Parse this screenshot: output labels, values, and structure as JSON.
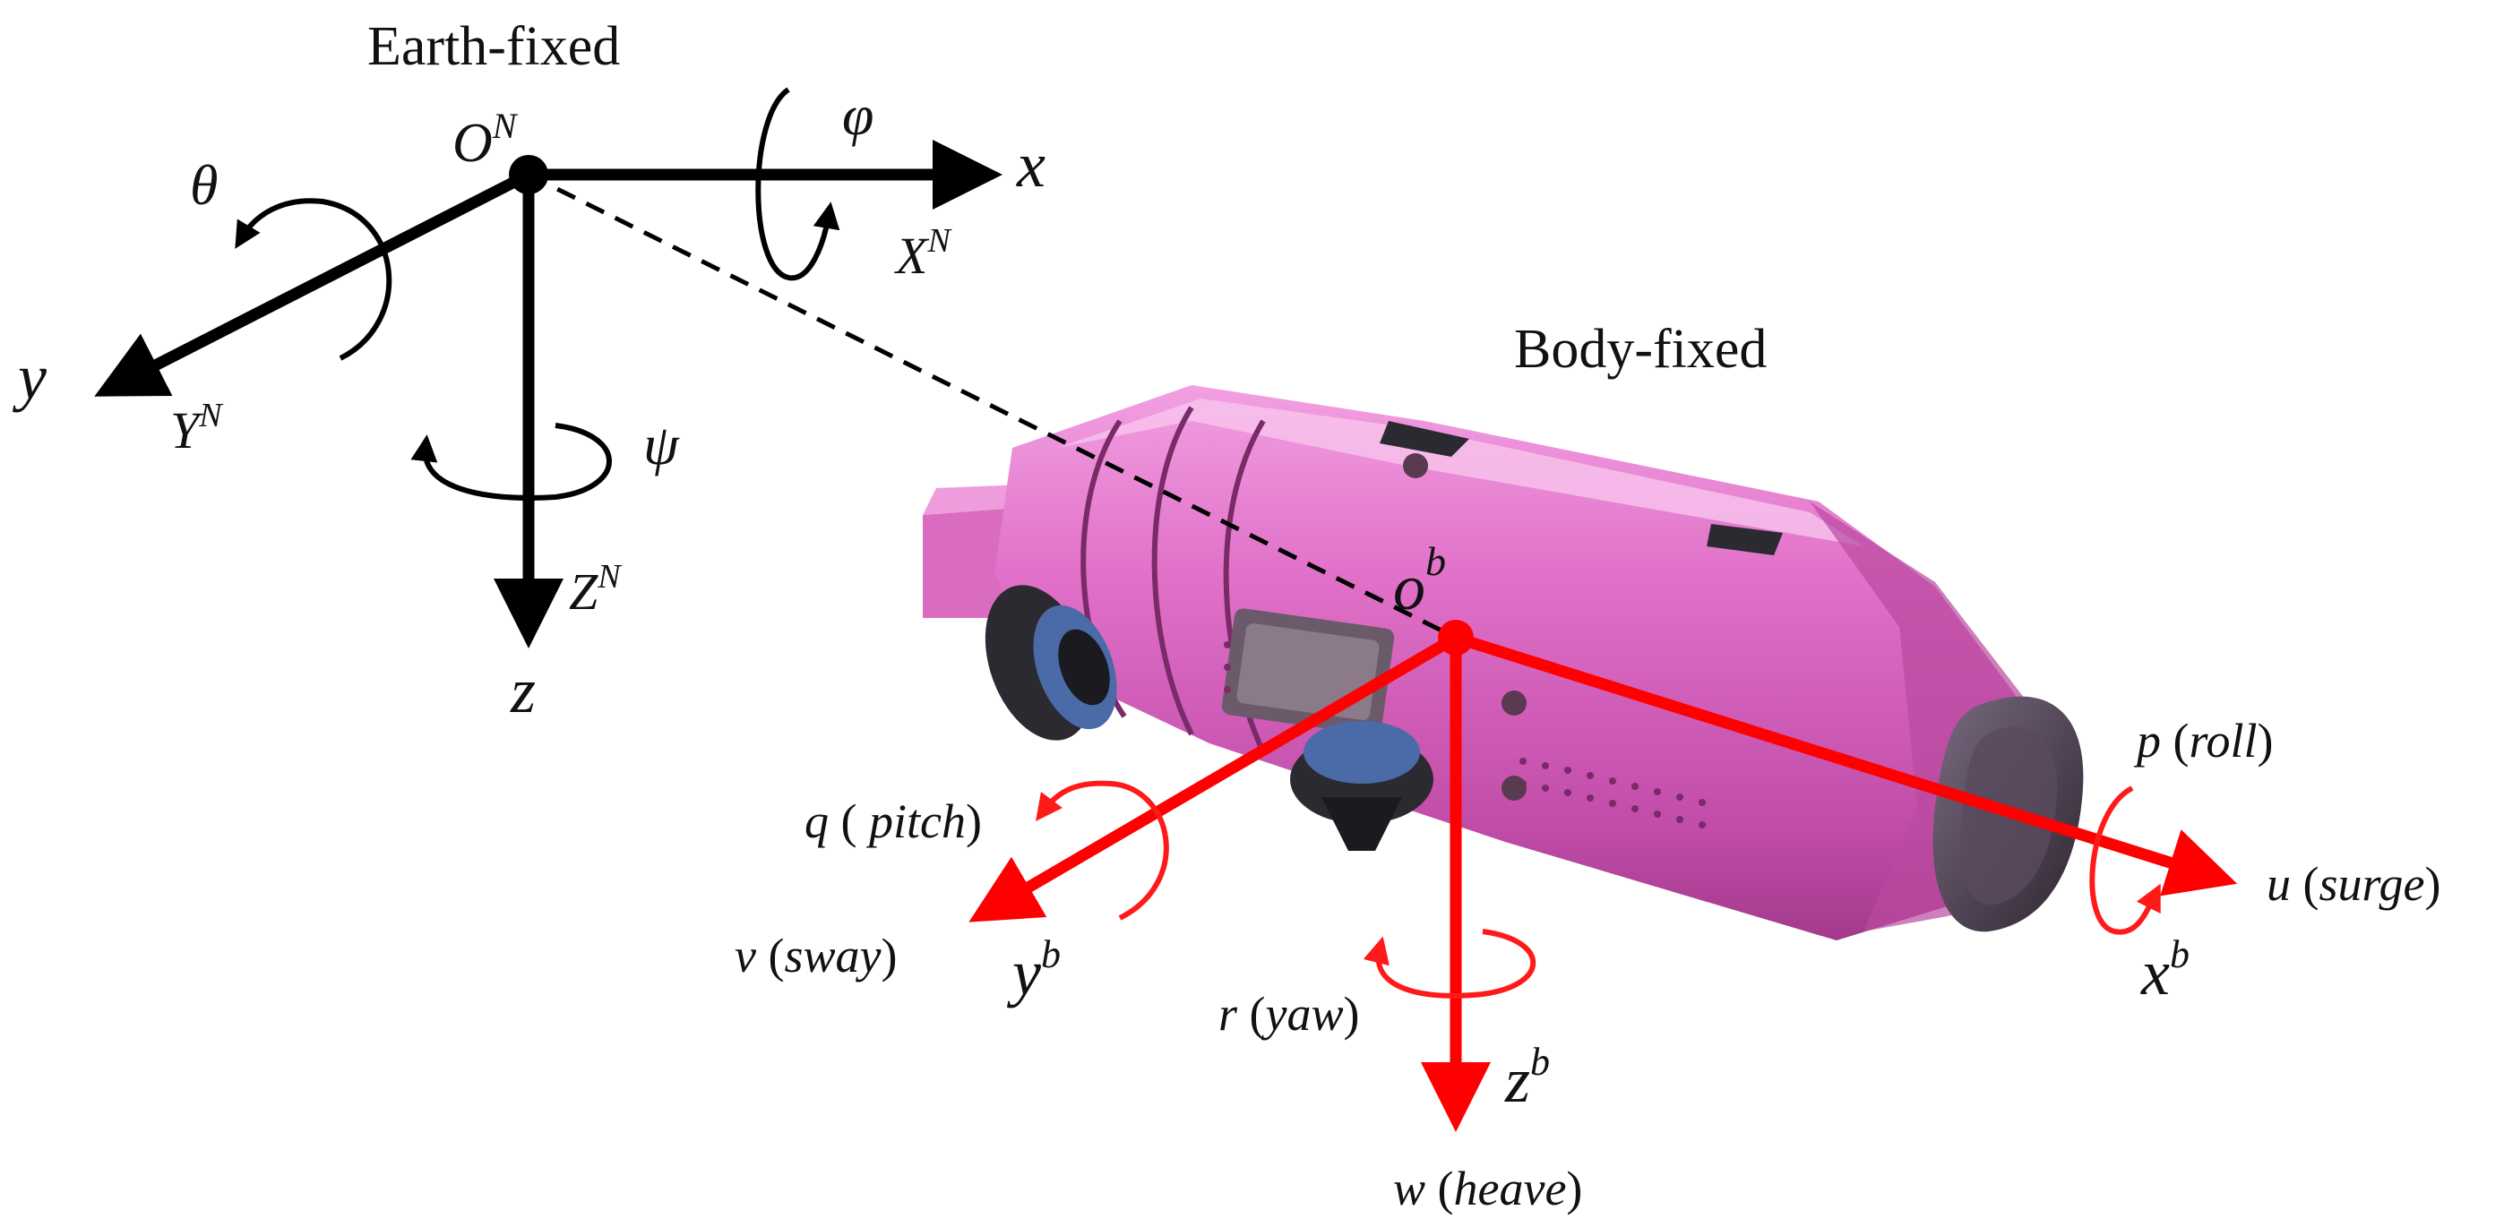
{
  "earth_frame": {
    "title": "Earth-fixed",
    "origin": "O",
    "origin_sup": "N",
    "x_axis": "x",
    "x_axis_name": "X",
    "x_axis_sup": "N",
    "y_axis": "y",
    "y_axis_name": "Y",
    "y_axis_sup": "N",
    "z_axis": "z",
    "z_axis_name": "Z",
    "z_axis_sup": "N",
    "roll_symbol": "φ",
    "pitch_symbol": "θ",
    "yaw_symbol": "ψ"
  },
  "body_frame": {
    "title": "Body-fixed",
    "origin": "o",
    "origin_sup": "b",
    "x_axis": "x",
    "x_sup": "b",
    "y_axis": "y",
    "y_sup": "b",
    "z_axis": "z",
    "z_sup": "b",
    "surge": {
      "var": "u",
      "open": " (",
      "name": "surge",
      "close": ")"
    },
    "sway": {
      "var": "v",
      "open": " (",
      "name": "sway",
      "close": ")"
    },
    "heave": {
      "var": "w",
      "open": " (",
      "name": "heave",
      "close": ")"
    },
    "roll": {
      "var": "p",
      "open": " (",
      "name": "roll",
      "close": ")"
    },
    "pitch": {
      "var": "q",
      "open": " ( ",
      "name": "pitch",
      "close": ")"
    },
    "yaw": {
      "var": "r",
      "open": " (",
      "name": "yaw",
      "close": ")"
    }
  },
  "colors": {
    "earth_axes": "#000000",
    "body_axes": "#ff0000",
    "vehicle_hull": "#e070c8"
  }
}
